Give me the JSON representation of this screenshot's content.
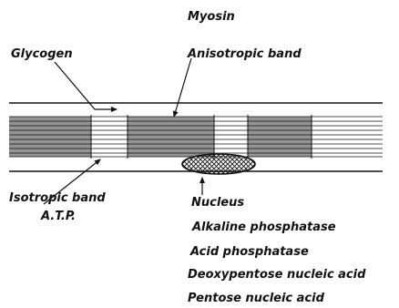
{
  "diagram": {
    "labels": {
      "myosin": "Myosin",
      "glycogen": "Glycogen",
      "anisotropic_band": "Anisotropic band",
      "isotropic_band": "Isotropic band",
      "atp": "A.T.P.",
      "nucleus": "Nucleus",
      "alkaline_phosphatase": "Alkaline phosphatase",
      "acid_phosphatase": "Acid phosphatase",
      "deoxypentose_nucleic_acid": "Deoxypentose nucleic acid",
      "pentose_nucleic_acid": "Pentose nucleic acid"
    },
    "colors": {
      "ink": "#111111",
      "paper": "#ffffff"
    }
  }
}
